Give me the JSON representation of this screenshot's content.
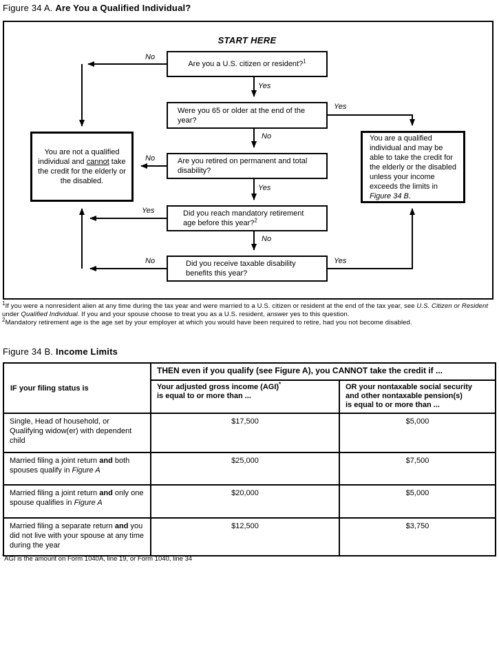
{
  "figure_a": {
    "title_prefix": "Figure 34 A.",
    "title_main": "Are You a Qualified Individual?",
    "start_here": "START HERE",
    "box_citizen_text": "Are you a U.S. citizen or resident?",
    "box_citizen_sup": "1",
    "box_age_text": "Were you 65 or older at the end of the year?",
    "box_retired_text": "Are you retired on permanent and total disability?",
    "box_mandatory_text": "Did you reach mandatory retirement age before this year?",
    "box_mandatory_sup": "2",
    "box_taxable_text": "Did you receive taxable disability benefits this year?",
    "box_notqualified_pre": "You are not a qualified individual and ",
    "box_notqualified_underline": "cannot",
    "box_notqualified_post": " take the credit for the elderly or the disabled.",
    "box_qualified_pre": "You are a qualified individual and may be able to take the credit for the elderly or the disabled unless your income exceeds the limits in ",
    "box_qualified_italic": "Figure 34 B",
    "box_qualified_post": ".",
    "edges": {
      "citizen_no": "No",
      "citizen_yes": "Yes",
      "age_yes": "Yes",
      "age_no": "No",
      "retired_no": "No",
      "retired_yes": "Yes",
      "mandatory_yes": "Yes",
      "mandatory_no": "No",
      "taxable_no": "No",
      "taxable_yes": "Yes"
    }
  },
  "footnotes_a": {
    "fn1_sup": "1",
    "fn1_pre": "If you were a nonresident alien at any time during the tax year and were married to a U.S. citizen or resident at the end of the tax year, see ",
    "fn1_italic1": "U.S. Citizen or Resident",
    "fn1_mid": " under ",
    "fn1_italic2": "Qualified Individual",
    "fn1_post": ". If you and your spouse choose to treat you as a U.S. resident, answer yes to this question.",
    "fn2_sup": "2",
    "fn2_text": "Mandatory retirement age is the age set by your employer at which you would have been required to retire, had you not become disabled."
  },
  "figure_b": {
    "title_prefix": "Figure 34 B.",
    "title_main": "Income Limits",
    "table": {
      "filing_status_header": "IF your filing status is",
      "then_header": "THEN even if you qualify (see Figure A), you CANNOT take the credit if ...",
      "agi_line1": "Your adjusted gross income (AGI)",
      "agi_sup": "*",
      "agi_line2": "is equal to or more than ...",
      "ss_line1": "OR your nontaxable social security",
      "ss_line2": "and other nontaxable pension(s)",
      "ss_line3": "is equal to or more than ...",
      "rows": [
        {
          "pre": "Single, Head of household, or Qualifying widow(er) with dependent child",
          "bold": "",
          "mid": "",
          "italic": "",
          "agi": "$17,500",
          "ss": "$5,000"
        },
        {
          "pre": "Married filing a joint return ",
          "bold": "and",
          "mid": " both spouses qualify in ",
          "italic": "Figure A",
          "agi": "$25,000",
          "ss": "$7,500"
        },
        {
          "pre": "Married filing a joint return ",
          "bold": "and",
          "mid": " only one spouse qualifies in ",
          "italic": "Figure A",
          "agi": "$20,000",
          "ss": "$5,000"
        },
        {
          "pre": "Married filing a separate return ",
          "bold": "and",
          "mid": " you did not live with your spouse at any time during the year",
          "italic": "",
          "agi": "$12,500",
          "ss": "$3,750"
        }
      ]
    },
    "footnote_sup": "*",
    "footnote_text": "AGI is the amount on Form 1040A, line 19, or Form 1040, line 34"
  }
}
